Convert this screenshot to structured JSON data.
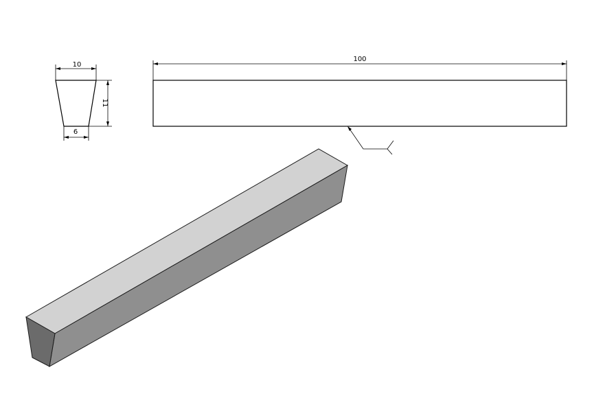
{
  "section_view": {
    "top_width_label": "10",
    "bottom_width_label": "6",
    "height_label": "11"
  },
  "front_view": {
    "length_label": "100"
  },
  "isometric_view": {
    "colors": {
      "top_face": "#d2d2d2",
      "side_face": "#8f8f8f",
      "end_face": "#6b6b6b",
      "edge": "#1a1a1a"
    }
  }
}
